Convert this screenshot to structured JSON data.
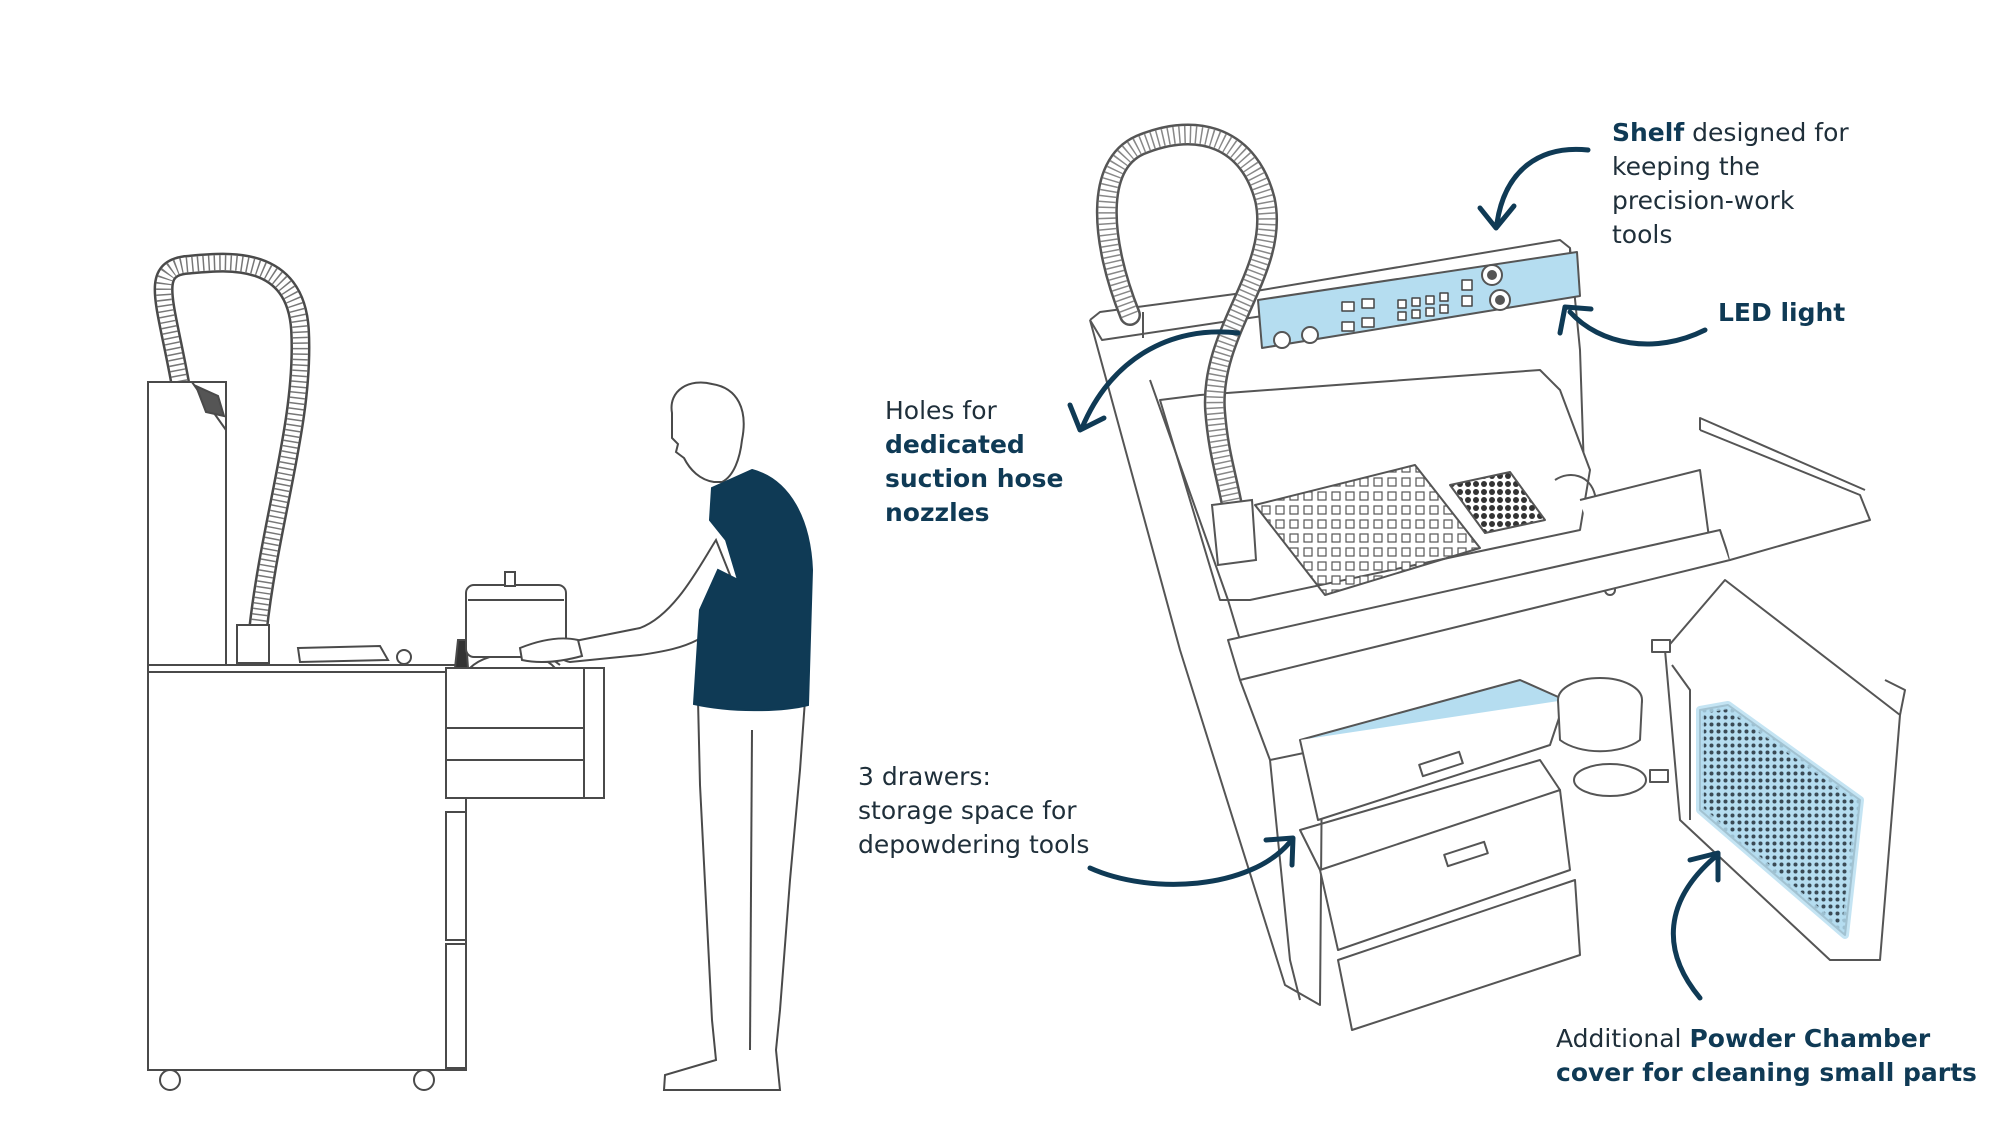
{
  "colors": {
    "line": "#4a4a4a",
    "accent_navy": "#0f3a55",
    "highlight_blue": "#b5ddf0",
    "text": "#1f2f3a"
  },
  "icons": {
    "arrow": "curved-arrow-icon",
    "person": "person-figure",
    "station": "depowdering-station-drawing"
  },
  "annotations": {
    "shelf": {
      "l1_bold": "Shelf",
      "l1_rest": " designed for",
      "l2": "keeping the",
      "l3": "precision-work",
      "l4": "tools"
    },
    "led": {
      "l1_bold": "LED light"
    },
    "holes": {
      "l1": "Holes for",
      "l2_bold": "dedicated",
      "l3_bold": "suction hose",
      "l4_bold": "nozzles"
    },
    "drawers": {
      "l1": "3 drawers:",
      "l2": "storage space for",
      "l3": "depowdering tools"
    },
    "chamber": {
      "l1_rest": "Additional ",
      "l1_bold": "Powder Chamber",
      "l2_bold": "cover for cleaning small parts"
    }
  }
}
